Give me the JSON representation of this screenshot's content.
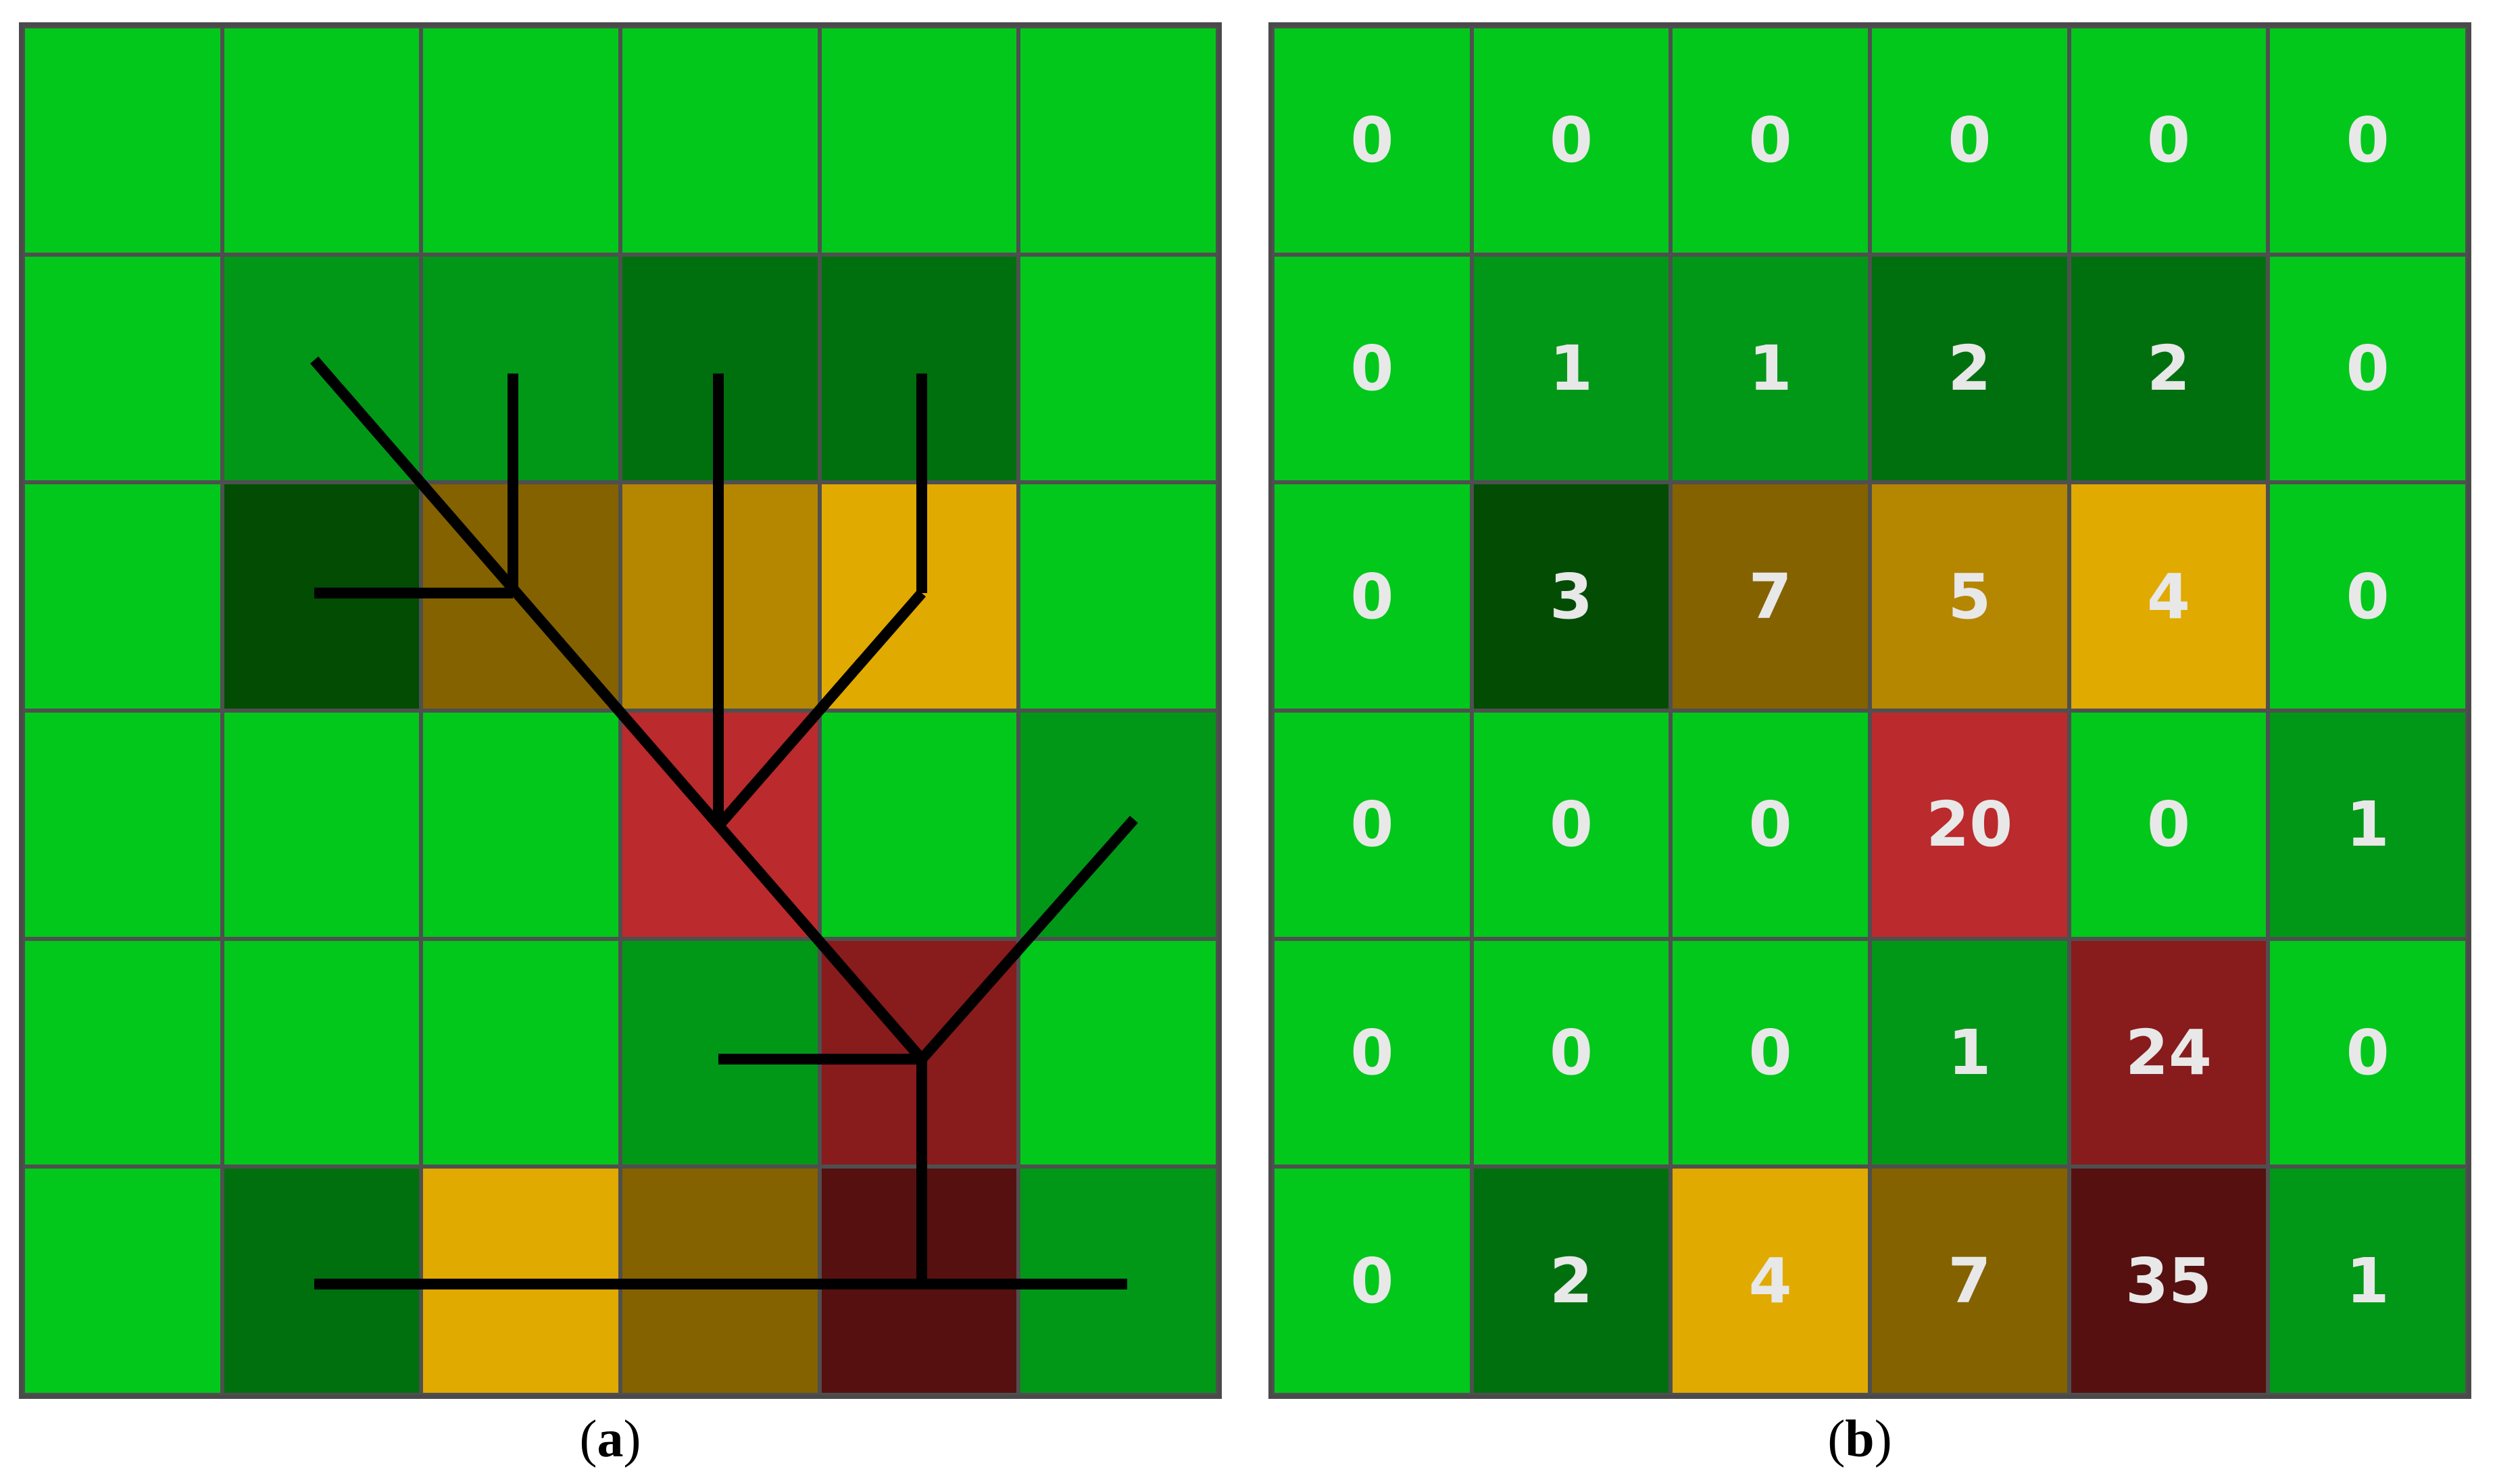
{
  "palette": {
    "0": "#02c81b",
    "1": "#019818",
    "2": "#00700e",
    "3": "#024c04",
    "4": "#e0aa00",
    "5": "#b58600",
    "7": "#846200",
    "20": "#bb2a2c",
    "24": "#881b1c",
    "35": "#561010"
  },
  "grid_values": [
    [
      "0",
      "0",
      "0",
      "0",
      "0",
      "0"
    ],
    [
      "0",
      "1",
      "1",
      "2",
      "2",
      "0"
    ],
    [
      "0",
      "3",
      "7",
      "5",
      "4",
      "0"
    ],
    [
      "0",
      "0",
      "0",
      "20",
      "0",
      "1"
    ],
    [
      "0",
      "0",
      "0",
      "1",
      "24",
      "0"
    ],
    [
      "0",
      "2",
      "4",
      "7",
      "35",
      "1"
    ]
  ],
  "panel_a": {
    "caption_letter": "a",
    "label": "(a)"
  },
  "panel_b": {
    "caption_letter": "b",
    "label": "(b)"
  },
  "drainage_network_color": "#000000"
}
